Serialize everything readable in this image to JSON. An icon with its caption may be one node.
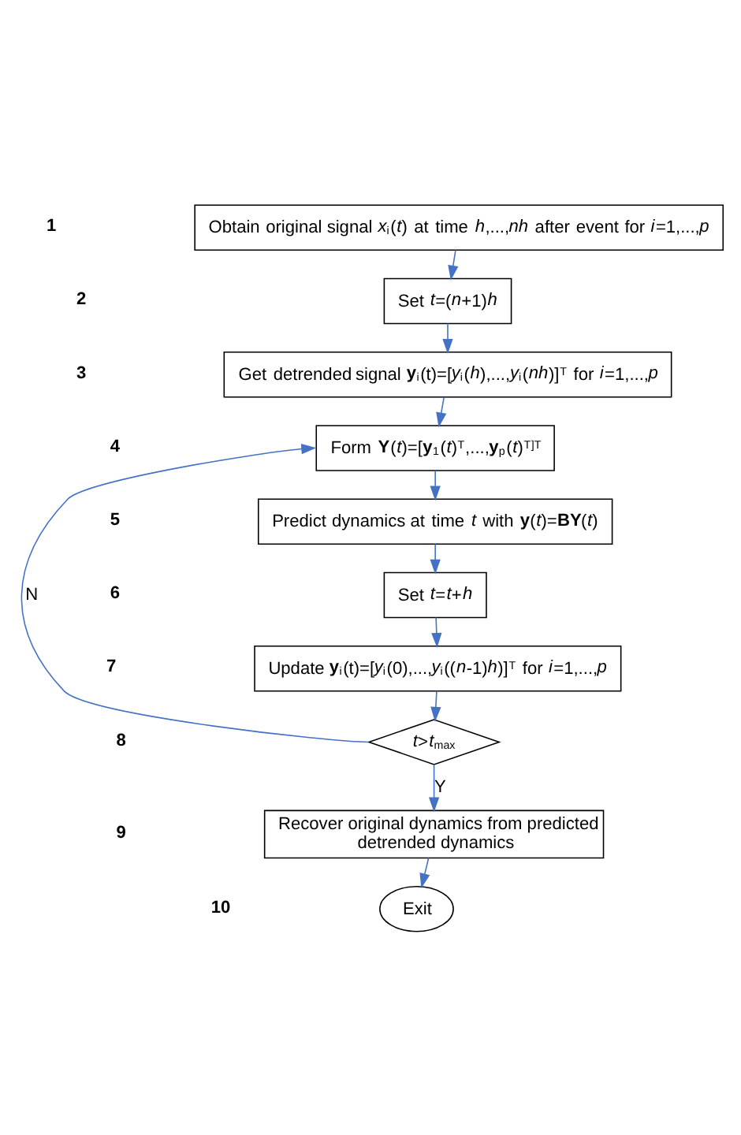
{
  "diagram": {
    "nodes": [
      {
        "text": [
          "Obtain original signal *x*$_{i}$(*t*) at time *h*,...,*nh* after event for *i*=1,...,*p*"
        ]
      },
      {
        "text": [
          "Set *t*=(*n*+1)*h*"
        ]
      },
      {
        "text": [
          "Get detrended signal **y**$_{i}$(t)=[*y*$_{i}$(*h*),...,*y*$_{i}$(*nh*)]$^{T}$ for *i*=1,...,*p*"
        ]
      },
      {
        "text": [
          "Form **Y**(*t*)=[**y**$_{1}$(*t*)$^{T}$,...,**y**$_{p}$(*t*)$^{T}$]$^{T}$"
        ]
      },
      {
        "text": [
          "Predict dynamics at time *t* with **y**(*t*)=**BY**(*t*)"
        ]
      },
      {
        "text": [
          "Set *t*=*t*+*h*"
        ]
      },
      {
        "text": [
          "Update **y**$_{i}$(t)=[*y*$_{i}$(0),...,*y*$_{i}$((*n*-1)*h*)]$^{T}$ for *i*=1,...,*p*"
        ]
      },
      {
        "text": [
          "*t*>*t*$_{max}$"
        ]
      },
      {
        "text": [
          "Recover original dynamics from predicted detrended dynamics"
        ]
      },
      {
        "text": [
          "Exit"
        ]
      }
    ],
    "edges": [
      {
        "from": 0,
        "to": 1,
        "arrow": "to"
      },
      {
        "from": 1,
        "to": 2,
        "arrow": "to"
      },
      {
        "from": 2,
        "to": 3,
        "arrow": "to"
      },
      {
        "from": 3,
        "to": 4,
        "arrow": "to"
      },
      {
        "from": 4,
        "to": 5,
        "arrow": "to"
      },
      {
        "from": 5,
        "to": 6,
        "arrow": "to"
      },
      {
        "from": 6,
        "to": 7,
        "arrow": "to"
      },
      {
        "from": 7,
        "to": 3,
        "arrow": "to",
        "label": "N"
      },
      {
        "from": 7,
        "to": 8,
        "arrow": "to",
        "label": "Y"
      },
      {
        "from": 8,
        "to": 9,
        "arrow": "to"
      }
    ],
    "labels": [
      "1",
      "2",
      "3",
      "4",
      "5",
      "6",
      "7",
      "8",
      "9",
      "10"
    ]
  }
}
